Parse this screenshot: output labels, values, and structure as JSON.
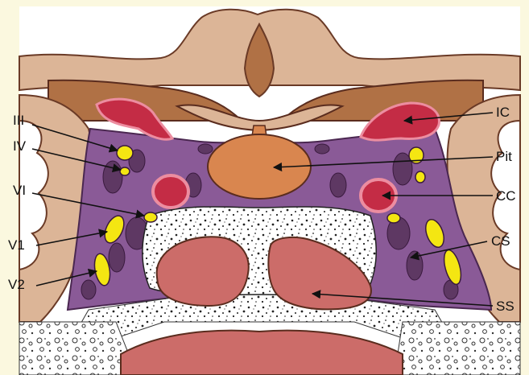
{
  "labels": {
    "left": [
      "III",
      "IV",
      "VI",
      "V1",
      "V2"
    ],
    "right": [
      "IC",
      "Pit",
      "CC",
      "CS",
      "SS"
    ]
  },
  "colors": {
    "brain_tan": "#dcb597",
    "dura_brown": "#b07145",
    "sinus_purple": "#8a5a97",
    "sinus_dark": "#5e3863",
    "carotid_red": "#c42c45",
    "carotid_ring": "#ec8da0",
    "nerve_yellow": "#f4e612",
    "pituitary_orange": "#d9864f",
    "bone_white": "#ffffff",
    "sphenoid_sinus": "#cc6c69",
    "outline": "#5a2c1e"
  }
}
